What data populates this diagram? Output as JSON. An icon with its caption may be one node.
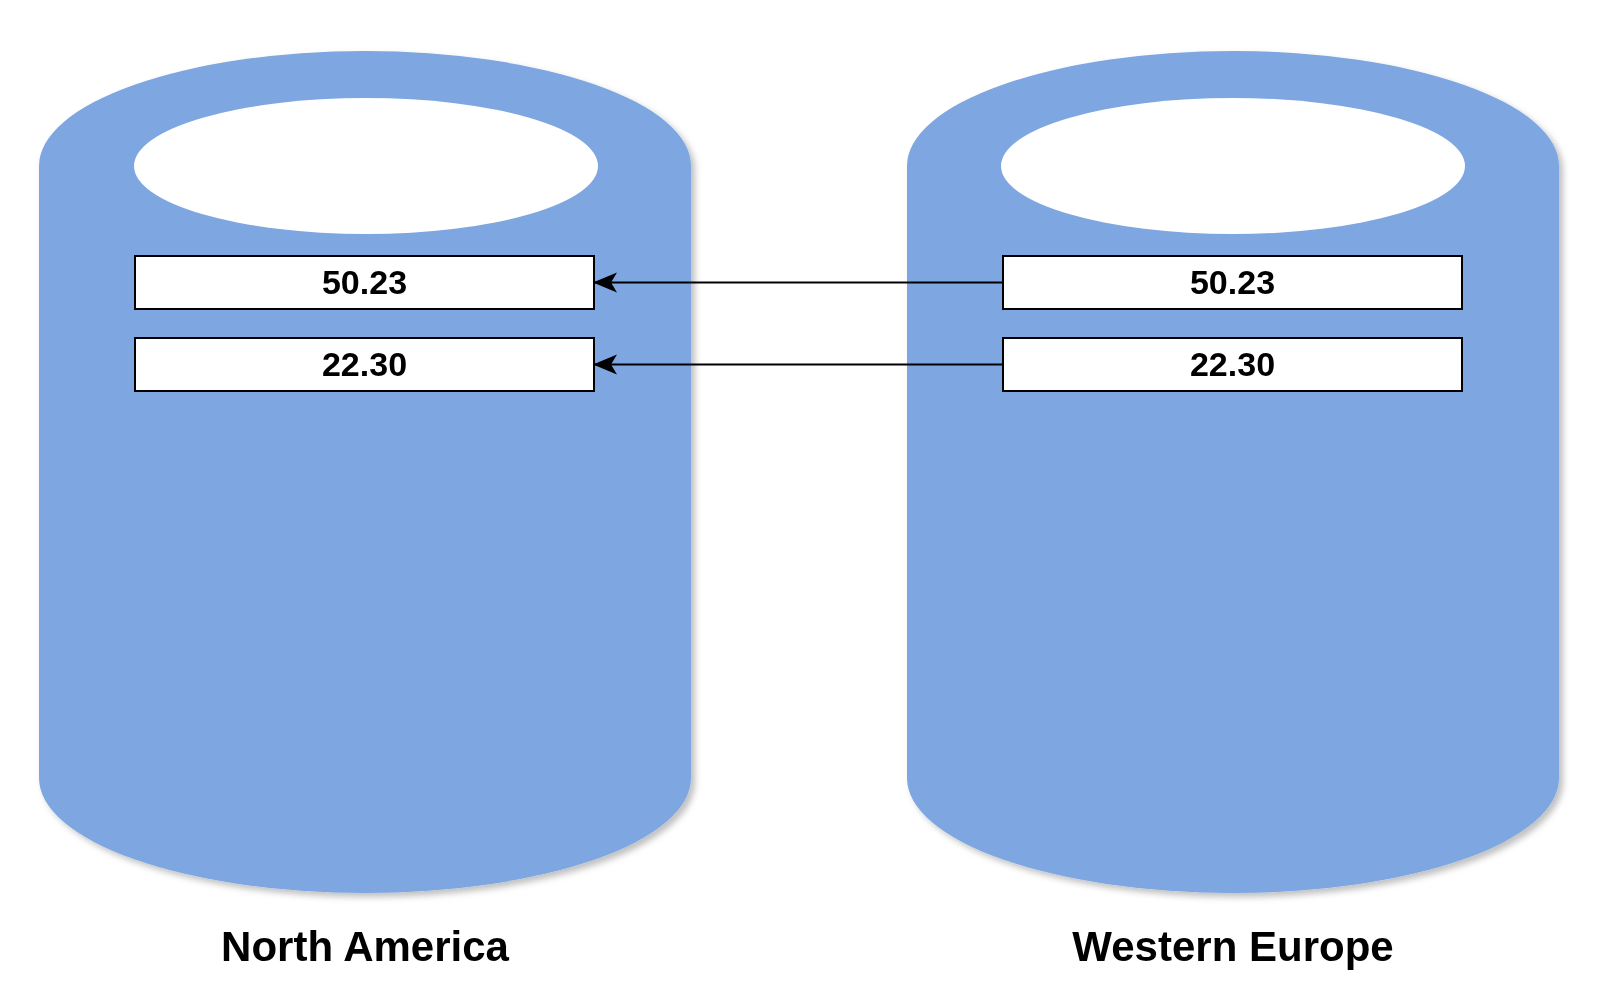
{
  "diagram": {
    "nodes": [
      {
        "text": [
          "North America"
        ]
      },
      {
        "text": [
          "50.23"
        ],
        "in": 0
      },
      {
        "text": [
          "22.30"
        ],
        "in": 0
      },
      {
        "text": [
          "Western Europe"
        ]
      },
      {
        "text": [
          "50.23"
        ],
        "in": 3
      },
      {
        "text": [
          "22.30"
        ],
        "in": 3
      }
    ],
    "edges": [
      {
        "from": 4,
        "to": 1,
        "arrow": "to"
      },
      {
        "from": 5,
        "to": 2,
        "arrow": "to"
      }
    ]
  }
}
